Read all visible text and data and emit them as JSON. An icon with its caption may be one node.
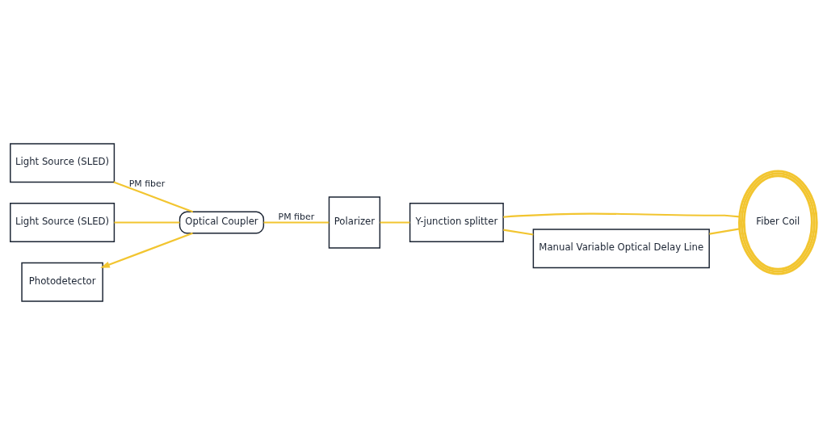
{
  "diagram": {
    "nodes": [
      {
        "text": [
          "Light Source (SLED)"
        ]
      },
      {
        "text": [
          "Light Source (SLED)"
        ]
      },
      {
        "text": [
          "Photodetector"
        ]
      },
      {
        "text": [
          "Optical Coupler"
        ]
      },
      {
        "text": [
          "Polarizer"
        ]
      },
      {
        "text": [
          "Y-junction splitter"
        ]
      },
      {
        "text": [
          "Fiber Coil"
        ]
      },
      {
        "text": [
          "Manual Variable Optical Delay Line"
        ]
      }
    ],
    "edges": [
      {
        "from": 0,
        "to": 3,
        "arrow": "none",
        "label": "PM fiber"
      },
      {
        "from": 1,
        "to": 3,
        "arrow": "none"
      },
      {
        "from": 3,
        "to": 2,
        "arrow": "to"
      },
      {
        "from": 3,
        "to": 4,
        "arrow": "none",
        "label": "PM fiber"
      },
      {
        "from": 4,
        "to": 5,
        "arrow": "none"
      },
      {
        "from": 5,
        "to": 6,
        "arrow": "none"
      },
      {
        "from": 5,
        "to": 7,
        "arrow": "none"
      },
      {
        "from": 7,
        "to": 6,
        "arrow": "none"
      }
    ]
  }
}
